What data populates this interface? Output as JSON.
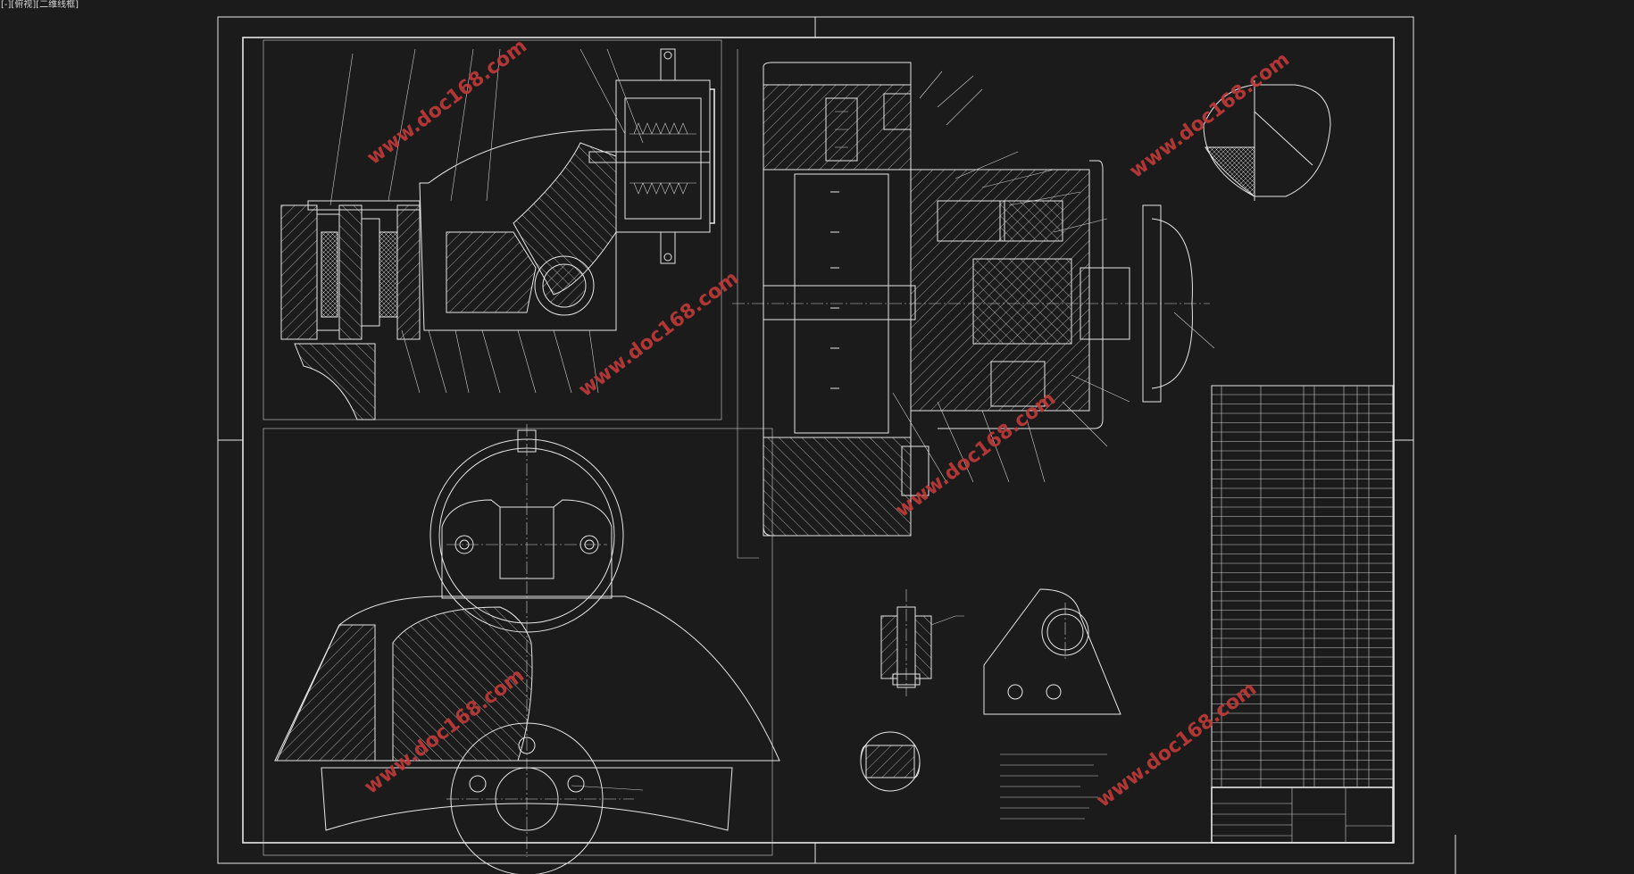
{
  "view_tabs": {
    "item1": "[-][",
    "item2": "俯视",
    "item3": "][",
    "item4": "二维线框",
    "item5": "]"
  },
  "watermark": "www.doc168.com",
  "colors": {
    "background": "#1b1b1b",
    "lines": "#e6e6e6",
    "watermark": "#c23a3a"
  }
}
